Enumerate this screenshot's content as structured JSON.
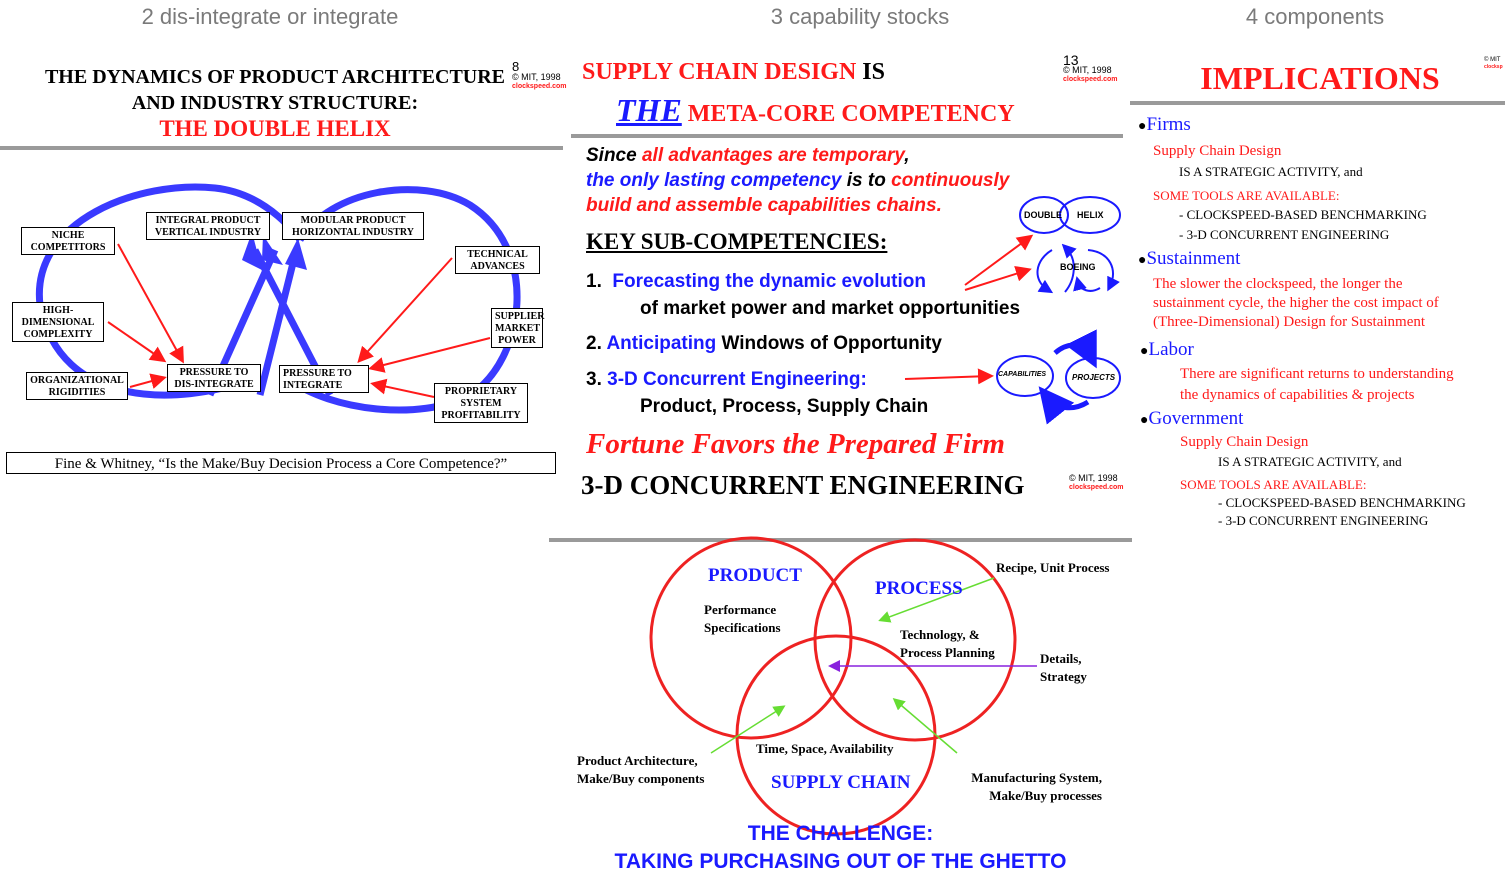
{
  "column_titles": [
    "2 dis-integrate or integrate",
    "3 capability stocks",
    "4 components"
  ],
  "slide1": {
    "title_line1": "THE DYNAMICS OF PRODUCT ARCHITECTURE",
    "title_line2": "AND INDUSTRY STRUCTURE:",
    "title_line3": "THE DOUBLE HELIX",
    "page_num": "8",
    "mit": "MIT, 1998",
    "url": "clockspeed.com",
    "boxes": {
      "niche": "NICHE COMPETITORS",
      "integral": "INTEGRAL PRODUCT VERTICAL INDUSTRY",
      "modular": "MODULAR PRODUCT HORIZONTAL INDUSTRY",
      "technical": "TECHNICAL ADVANCES",
      "highdim": "HIGH-DIMENSIONAL COMPLEXITY",
      "supplier": "SUPPLIER MARKET POWER",
      "org": "ORGANIZATIONAL RIGIDITIES",
      "disintegrate": "PRESSURE TO DIS-INTEGRATE",
      "integrate": "PRESSURE TO INTEGRATE",
      "proprietary": "PROPRIETARY SYSTEM PROFITABILITY"
    },
    "citation": "Fine & Whitney, “Is the Make/Buy Decision Process a Core Competence?”"
  },
  "slide2": {
    "title_a": "SUPPLY CHAIN DESIGN",
    "title_b": "IS",
    "title_c": "THE",
    "title_d": "META-CORE COMPETENCY",
    "page_num": "13",
    "mit": "MIT, 1998",
    "url": "clockspeed.com",
    "since_1": "Since ",
    "since_2": "all advantages are temporary",
    "since_3": ",",
    "only_1": "the only lasting competency",
    "only_2": " is to ",
    "only_3": "continuously",
    "build": "build and assemble capabilities chains.",
    "key": "KEY SUB-COMPETENCIES:",
    "item1_num": "1.",
    "item1_a": "Forecasting the dynamic evolution",
    "item1_b": "of market power and market opportunities",
    "item2_num": "2.",
    "item2_a": "Anticipating",
    "item2_b": " Windows of Opportunity",
    "item3_num": "3.",
    "item3_a": "3-D Concurrent Engineering:",
    "item3_b": "Product, Process, Supply Chain",
    "fortune": "Fortune Favors the Prepared Firm",
    "helix_double": "DOUBLE",
    "helix_helix": "HELIX",
    "boeing": "BOEING",
    "capabilities": "CAPABILITIES",
    "projects": "PROJECTS"
  },
  "slide3": {
    "title": "3-D CONCURRENT ENGINEERING",
    "mit": "MIT, 1998",
    "url": "clockspeed.com",
    "product": "PRODUCT",
    "process": "PROCESS",
    "supply_chain": "SUPPLY CHAIN",
    "perf_1": "Performance",
    "perf_2": "Specifications",
    "tech_1": "Technology, &",
    "tech_2": "Process Planning",
    "time": "Time, Space, Availability",
    "recipe": "Recipe, Unit Process",
    "details_1": "Details,",
    "details_2": "Strategy",
    "prodarch_1": "Product Architecture,",
    "prodarch_2": "Make/Buy components",
    "mfg_1": "Manufacturing System,",
    "mfg_2": "Make/Buy processes",
    "challenge_1": "THE CHALLENGE:",
    "challenge_2": "TAKING PURCHASING OUT OF THE GHETTO"
  },
  "slide4": {
    "title": "IMPLICATIONS",
    "mit": "MIT",
    "url": "clocksp",
    "firms": "Firms",
    "firms_l1": "Supply Chain Design",
    "firms_l2": "IS A STRATEGIC ACTIVITY, and",
    "firms_l3": "SOME TOOLS ARE AVAILABLE:",
    "firms_l4": "- CLOCKSPEED-BASED BENCHMARKING",
    "firms_l5": "- 3-D CONCURRENT ENGINEERING",
    "sust": "Sustainment",
    "sust_l1": "The slower the clockspeed, the longer the",
    "sust_l2": "sustainment cycle, the higher the cost impact of",
    "sust_l3": "(Three-Dimensional) Design for Sustainment",
    "labor": "Labor",
    "labor_l1": "There are significant returns to understanding",
    "labor_l2": "the dynamics of capabilities & projects",
    "gov": "Government",
    "gov_l1": "Supply Chain Design",
    "gov_l2": "IS A STRATEGIC ACTIVITY, and",
    "gov_l3": "SOME TOOLS ARE AVAILABLE:",
    "gov_l4": "- CLOCKSPEED-BASED BENCHMARKING",
    "gov_l5": "- 3-D CONCURRENT ENGINEERING"
  }
}
